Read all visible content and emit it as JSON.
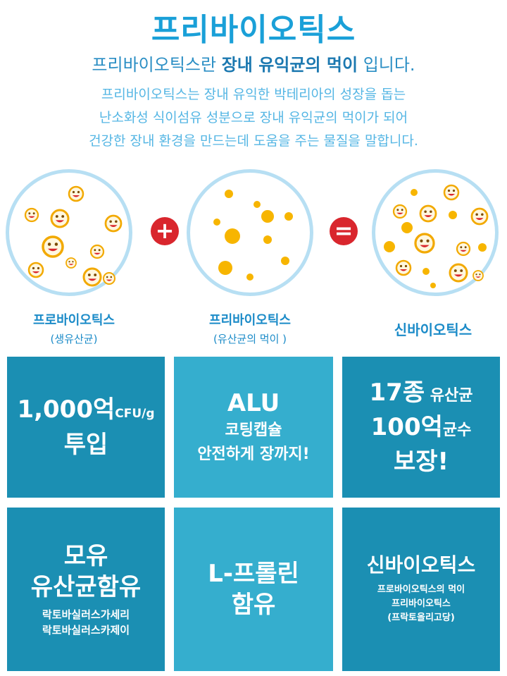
{
  "title": "프리바이오틱스",
  "subtitle": {
    "pre": "프리바이오틱스란 ",
    "bold": "장내 유익균의 먹이",
    "post": " 입니다."
  },
  "desc": [
    "프리바이오틱스는 장내 유익한 박테리아의 성장을 돕는",
    "난소화성 식이섬유 성분으로 장내 유익균의 먹이가 되어",
    "건강한 장내 환경을 만드는데 도움을 주는 물질을 말합니다."
  ],
  "equation": {
    "plus": "+",
    "equals": "=",
    "probiotics": {
      "label": "프로바이오틱스",
      "sub": "(생유산균)"
    },
    "prebiotics": {
      "label": "프리바이오틱스",
      "sub": "(유산균의 먹이 )"
    },
    "synbiotics": {
      "label": "신바이오틱스"
    }
  },
  "tiles": {
    "t1": {
      "line1": "1,000억",
      "unit": "CFU/g",
      "line2": "투입"
    },
    "t2": {
      "line1": "ALU",
      "line2": "코팅캡슐",
      "line3": "안전하게 장까지!"
    },
    "t3": {
      "line1a": "17종",
      "line1b": " 유산균",
      "line2a": "100억",
      "line2b": "균수",
      "line3": "보장!"
    },
    "t4": {
      "line1": "모유",
      "line2": "유산균함유",
      "line3": "락토바실러스가세리",
      "line4": "락토바실러스카제이"
    },
    "t5": {
      "line1": "L-프롤린",
      "line2": "함유"
    },
    "t6": {
      "line1": "신바이오틱스",
      "line2": "프로바이오틱스의 먹이",
      "line3": "프리바이오틱스",
      "line4": "(프락토올리고당)"
    }
  },
  "colors": {
    "accent": "#1aa0d8",
    "operator": "#d9262d",
    "tileDark": "#1b8fb3",
    "tileLight": "#35aece",
    "dot": "#f7b500"
  }
}
